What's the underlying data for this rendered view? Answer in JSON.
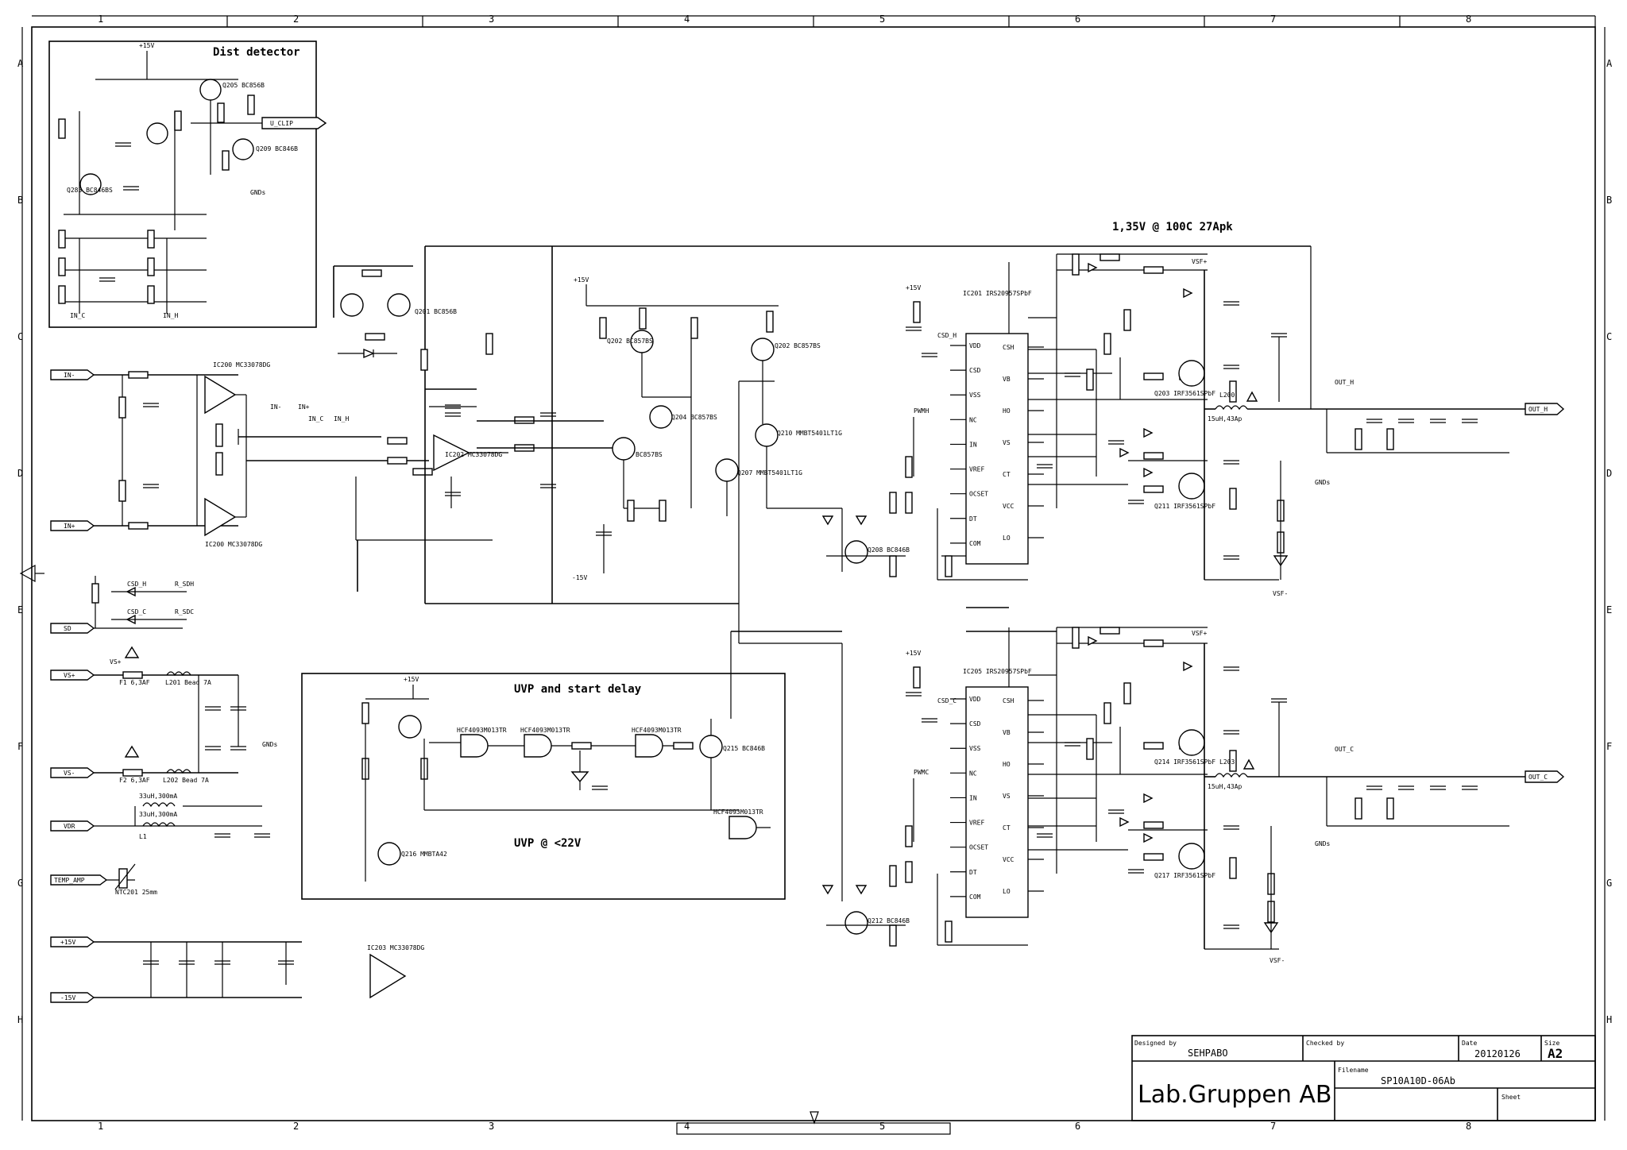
{
  "grid": {
    "cols": [
      "1",
      "2",
      "3",
      "4",
      "5",
      "6",
      "7",
      "8"
    ],
    "rows": [
      "A",
      "B",
      "C",
      "D",
      "E",
      "F",
      "G",
      "H"
    ]
  },
  "blocks": {
    "dist_detector": "Dist detector",
    "uvp": "UVP and start delay",
    "uvp_note": "UVP @ <22V",
    "bias_note": "1,35V @ 100C 27Apk"
  },
  "ports": {
    "in_minus": "IN-",
    "in_plus": "IN+",
    "sd": "SD",
    "vs_plus": "VS+",
    "vs_minus": "VS-",
    "vdr": "VDR",
    "temp_amp": "TEMP_AMP",
    "p15v": "+15V",
    "m15v": "-15V",
    "u_clip": "U_CLIP",
    "out_h": "OUT_H",
    "out_c": "OUT_C"
  },
  "labels": {
    "ic201": "IC201 IRS20957SPbF",
    "ic205": "IC205 IRS20957SPbF",
    "ic200a": "IC200 MC33078DG",
    "ic200b": "IC200 MC33078DG",
    "ic202": "IC202 MC33078DG",
    "ic203": "IC203 MC33078DG",
    "ic206": "HCF4093M013TR",
    "q210": "Q210 MMBT5401LT1G",
    "q207": "Q207 MMBT5401LT1G",
    "q204": "Q204 BC857BS",
    "q202": "Q202 BC857BS",
    "q203": "Q203 IRF3561SPbF",
    "q211": "Q211 IRF3561SPbF",
    "q214": "Q214 IRF3561SPbF",
    "q217": "Q217 IRF3561SPbF",
    "q216": "Q216 MMBTA42",
    "q215": "Q215 BC846B",
    "q208": "Q208 BC846B",
    "q212": "Q212 BC846B",
    "q205": "Q205 BC856B",
    "q209": "Q209 BC846B",
    "q201": "Q201 BC856B",
    "q283": "Q283 BC846BS",
    "l200": "L200",
    "l203": "L203",
    "l200_val": "15uH,43Ap",
    "l203_val": "15uH,43Ap",
    "l201": "L201 Bead 7A",
    "l202": "L202 Bead 7A",
    "f1": "F1 6,3AF",
    "f2": "F2 6,3AF",
    "l_vdr": "33uH,300mA",
    "l1": "L1",
    "ntc": "NTC201 25mm",
    "gnds": "GNDs",
    "vsf_plus": "VSF+",
    "vsf_minus": "VSF-",
    "csd_h": "CSD_H",
    "csd_c": "CSD_C",
    "r_sdh": "R_SDH",
    "r_sdc": "R_SDC",
    "pwmh": "PWMH",
    "pwmc": "PWMC",
    "p15_uvp": "+15V"
  },
  "ic_pins_left": [
    "VDD",
    "CSD",
    "VSS",
    "NC",
    "IN",
    "VREF",
    "OCSET",
    "DT",
    "COM"
  ],
  "ic_pins_right": [
    "CSH",
    "VB",
    "HO",
    "VS",
    "CT",
    "VCC",
    "LO"
  ],
  "title_block": {
    "designed_by_label": "Designed by",
    "designed_by": "SEHPABO",
    "checked_by_label": "Checked by",
    "date_label": "Date",
    "date": "20120126",
    "size_label": "Size",
    "size": "A2",
    "filename_label": "Filename",
    "filename": "SP10A10D-06Ab",
    "sheet_label": "Sheet",
    "company": "Lab.Gruppen AB"
  }
}
